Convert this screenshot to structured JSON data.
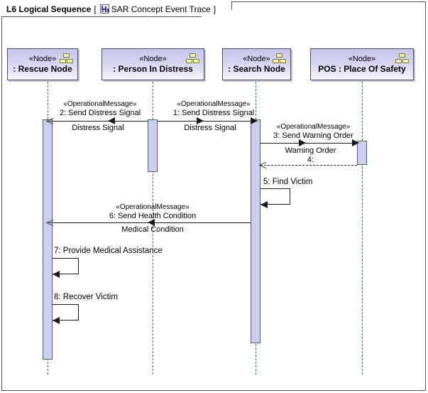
{
  "frame": {
    "title": "L6 Logical Sequence",
    "bracket_open": "[",
    "bracket_close": "]",
    "subtitle": "SAR Concept Event Trace",
    "icon": "sequence-diagram-icon"
  },
  "lifelines": [
    {
      "id": "rescue",
      "stereotype": "«Node»",
      "name": ": Rescue Node",
      "icon": "node-icon"
    },
    {
      "id": "distress",
      "stereotype": "«Node»",
      "name": ": Person In Distress",
      "icon": "node-icon"
    },
    {
      "id": "search",
      "stereotype": "«Node»",
      "name": ": Search Node",
      "icon": "node-icon"
    },
    {
      "id": "pos",
      "stereotype": "«Node»",
      "name": "POS : Place Of Safety",
      "icon": "node-icon"
    }
  ],
  "messages": [
    {
      "number": "1",
      "stereotype": "«OperationalMessage»",
      "label": "1: Send Distress Signal",
      "signal": "Distress Signal",
      "from": "distress",
      "to": "search",
      "kind": "synchronous",
      "direction": "right"
    },
    {
      "number": "2",
      "stereotype": "«OperationalMessage»",
      "label": "2: Send Distress Signal",
      "signal": "Distress Signal",
      "from": "distress",
      "to": "rescue",
      "kind": "synchronous",
      "direction": "left"
    },
    {
      "number": "3",
      "stereotype": "«OperationalMessage»",
      "label": "3: Send Warning Order",
      "signal": "Warning Order",
      "from": "search",
      "to": "pos",
      "kind": "synchronous",
      "direction": "right"
    },
    {
      "number": "4",
      "stereotype": "",
      "label": "4:",
      "signal": "",
      "from": "pos",
      "to": "search",
      "kind": "reply",
      "direction": "left"
    },
    {
      "number": "5",
      "stereotype": "",
      "label": "5: Find Victim",
      "signal": "",
      "from": "search",
      "to": "search",
      "kind": "self",
      "direction": "self"
    },
    {
      "number": "6",
      "stereotype": "«OperationalMessage»",
      "label": "6: Send Health Condition",
      "signal": "Medical Condition",
      "from": "search",
      "to": "rescue",
      "kind": "synchronous",
      "direction": "left"
    },
    {
      "number": "7",
      "stereotype": "",
      "label": "7: Provide Medical Assistance",
      "signal": "",
      "from": "rescue",
      "to": "rescue",
      "kind": "self",
      "direction": "self"
    },
    {
      "number": "8",
      "stereotype": "",
      "label": "8: Recover Victim",
      "signal": "",
      "from": "rescue",
      "to": "rescue",
      "kind": "self",
      "direction": "self"
    }
  ],
  "colors": {
    "head_fill_top": "#c6c6ec",
    "head_fill_bottom": "#f4f4fb",
    "head_border": "#4a4a6a",
    "activation_fill": "#cdcdf5",
    "activation_border": "#3f6a55",
    "lifeline_dash": "#3f6a55",
    "arrow": "#1a1a1a",
    "frame_border": "#555555",
    "node_icon_fill": "#f6f0a8"
  }
}
